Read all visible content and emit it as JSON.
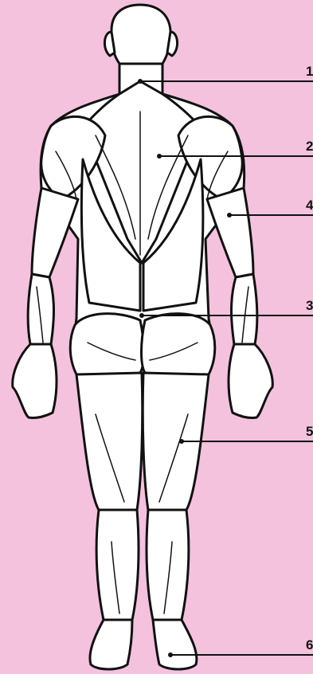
{
  "colors": {
    "background": "#f4c2dd",
    "outline": "#111111",
    "fill": "#ffffff"
  },
  "illustration": {
    "subject": "human-body-back-muscles"
  },
  "callouts": [
    {
      "number": "1"
    },
    {
      "number": "2"
    },
    {
      "number": "4"
    },
    {
      "number": "3"
    },
    {
      "number": "5"
    },
    {
      "number": "6"
    }
  ]
}
